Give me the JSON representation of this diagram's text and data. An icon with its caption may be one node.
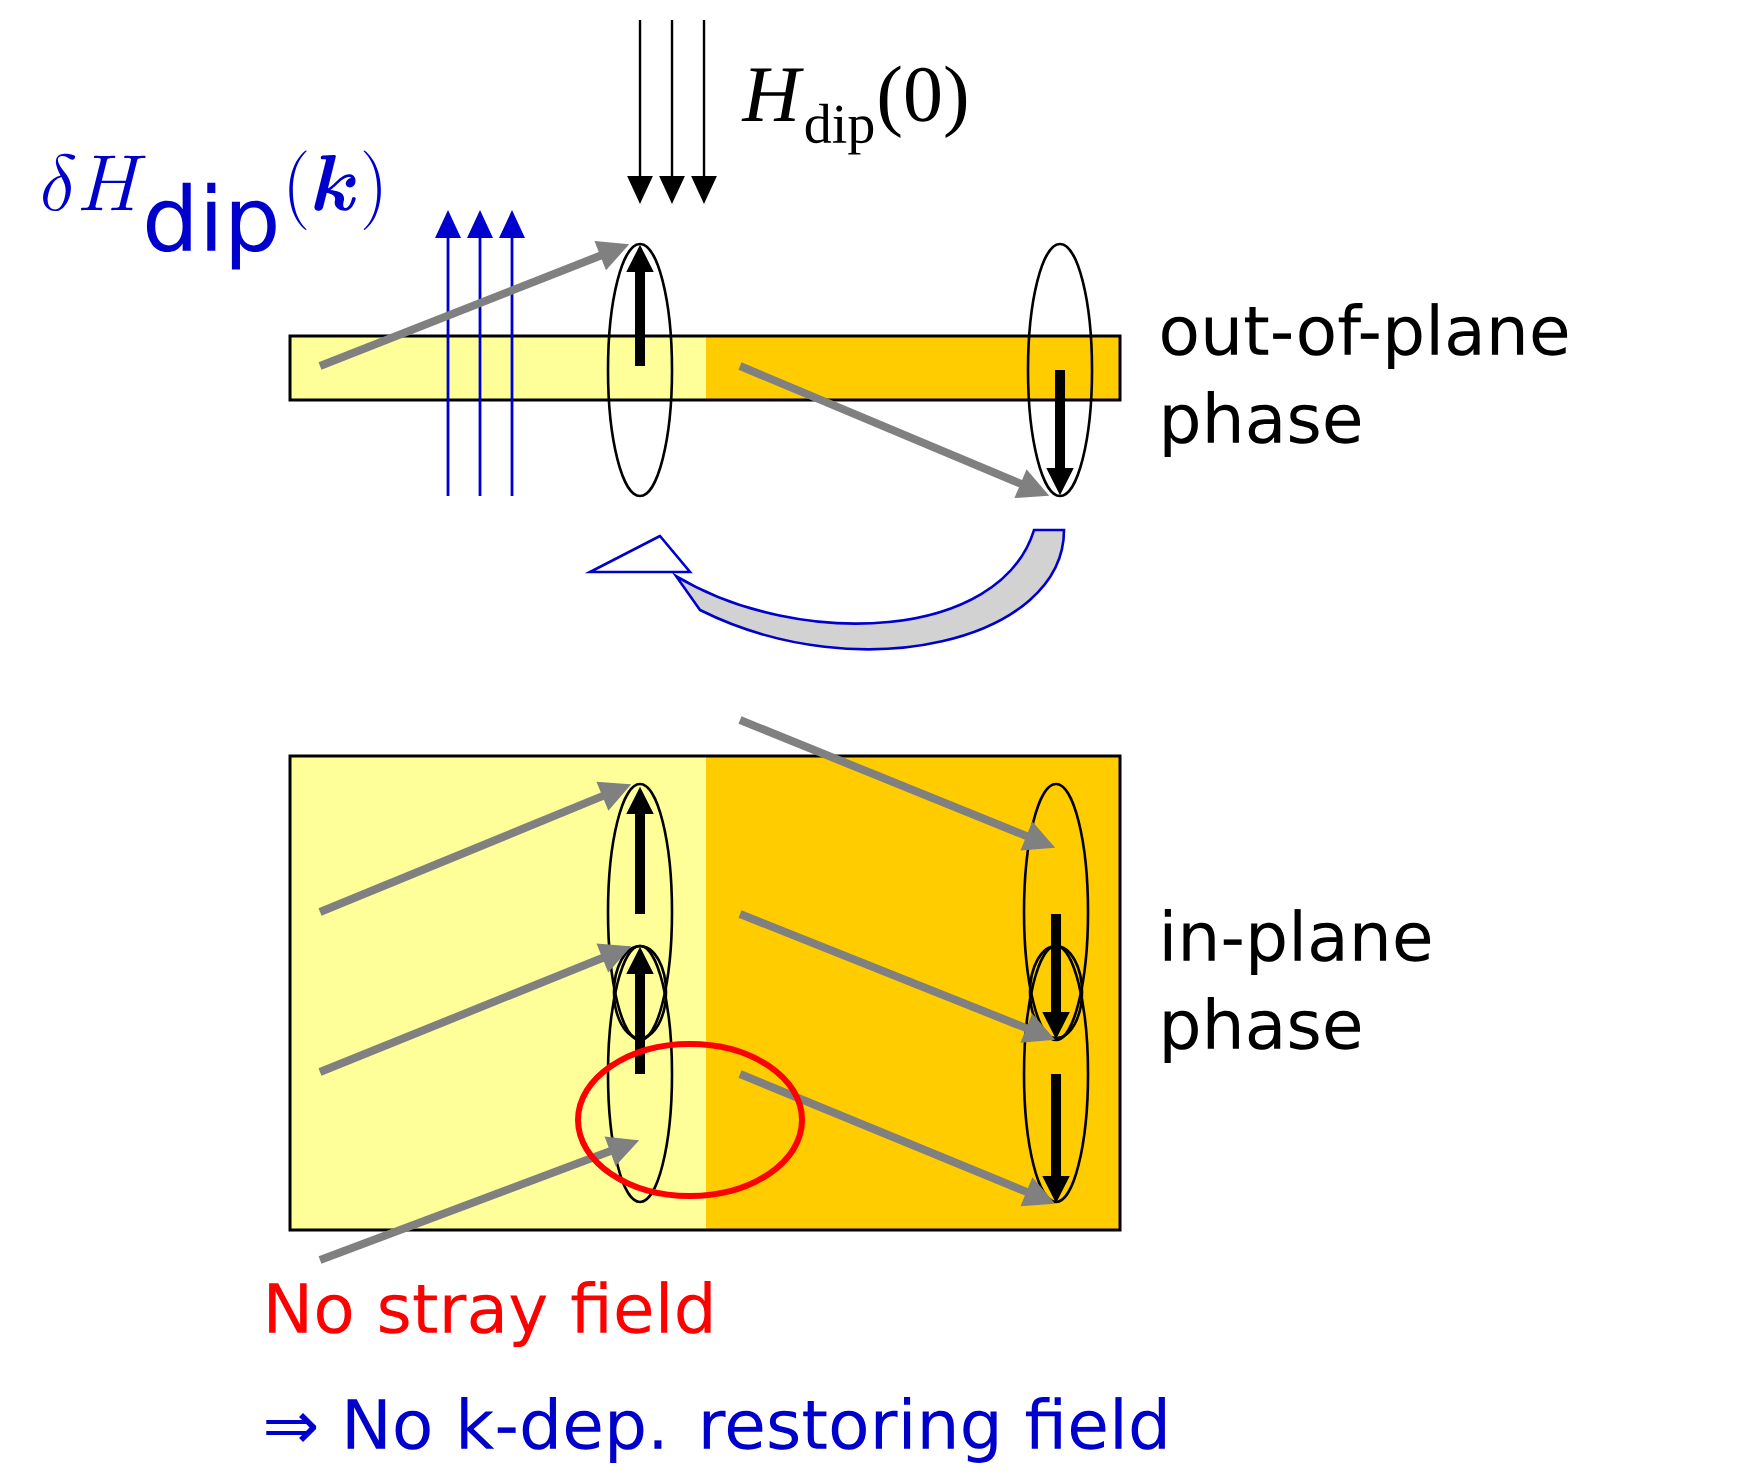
{
  "diagram": {
    "labels": [
      "*H*$_{dip}$(0)",
      "\\delta H_{\\mathrm{dip}}(\\boldsymbol{k})",
      "out-of-plane phase",
      "in-plane phase",
      "No stray field",
      "⇒ No k-dep. restoring field"
    ]
  }
}
